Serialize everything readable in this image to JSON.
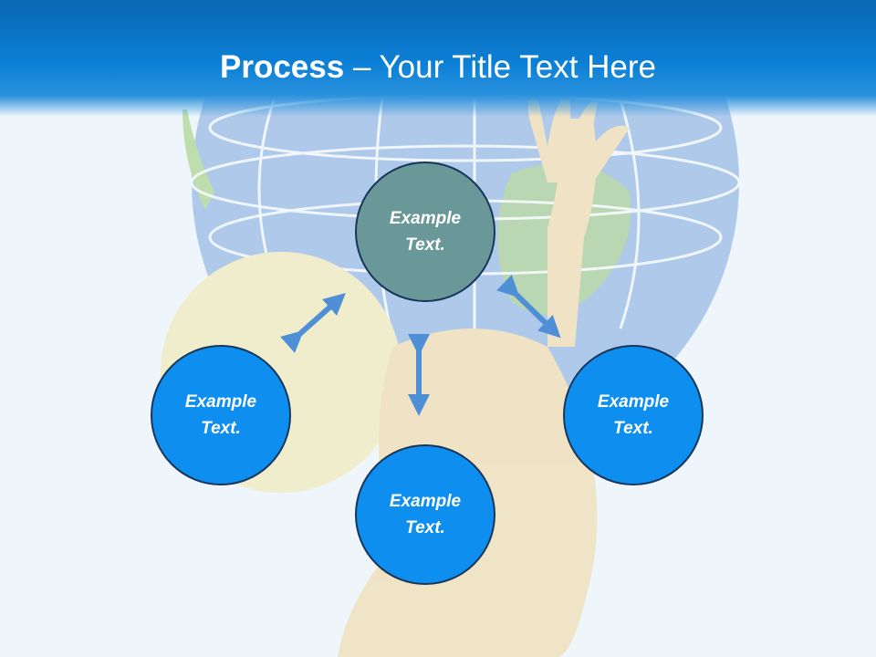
{
  "header": {
    "title_bold": "Process",
    "title_rest": " – Your Title Text Here"
  },
  "nodes": [
    {
      "line1": "Example",
      "line2": "Text.",
      "color": "#6a9898"
    },
    {
      "line1": "Example",
      "line2": "Text.",
      "color": "#0e8ff0"
    },
    {
      "line1": "Example",
      "line2": "Text.",
      "color": "#0e8ff0"
    },
    {
      "line1": "Example",
      "line2": "Text.",
      "color": "#0e8ff0"
    }
  ],
  "colors": {
    "header_blue": "#0b80d6",
    "arrow_blue": "#4f8fd6",
    "node_border": "#17365a",
    "background": "#eef6fb"
  },
  "background_art": "faded figure holding a globe"
}
